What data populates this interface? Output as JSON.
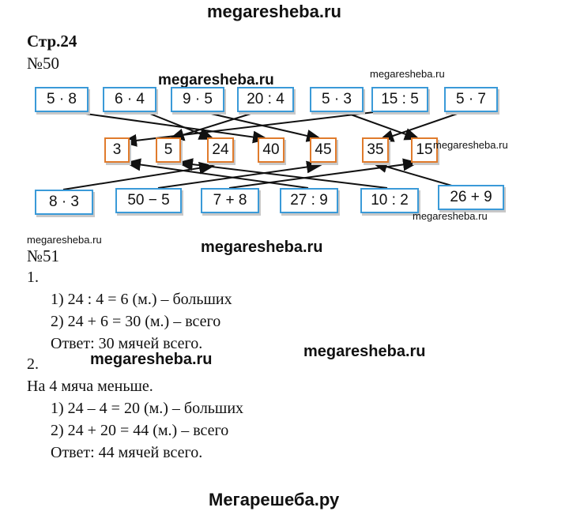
{
  "watermarks": {
    "top": "megaresheba.ru",
    "w1": "megaresheba.ru",
    "w2": "megaresheba.ru",
    "w3": "megaresheba.ru",
    "w4": "megaresheba.ru",
    "w5": "megaresheba.ru",
    "w6": "megaresheba.ru",
    "w7": "megaresheba.ru",
    "w8": "megaresheba.ru",
    "footer": "Мегарешеба.ру"
  },
  "page": "Стр.24",
  "task50": {
    "label": "№50",
    "top_row": [
      "5 · 8",
      "6 · 4",
      "9 · 5",
      "20 : 4",
      "5 · 3",
      "15 : 5",
      "5 · 7"
    ],
    "answers": [
      "3",
      "5",
      "24",
      "40",
      "45",
      "35",
      "15"
    ],
    "bottom_row": [
      "8 · 3",
      "50 − 5",
      "7 + 8",
      "27 : 9",
      "10 : 2",
      "26 + 9"
    ]
  },
  "task51": {
    "label": "№51",
    "part1": {
      "num": "1.",
      "step1": "1)  24 : 4 = 6 (м.) – больших",
      "step2": "2)  24 + 6 = 30 (м.) – всего",
      "answer": "Ответ: 30 мячей всего."
    },
    "part2": {
      "num": "2.",
      "note": "На 4 мяча меньше.",
      "step1": "1)  24 – 4 = 20 (м.) – больших",
      "step2": "2)  24 + 20 = 44 (м.) – всего",
      "answer": "Ответ: 44 мячей всего."
    }
  }
}
